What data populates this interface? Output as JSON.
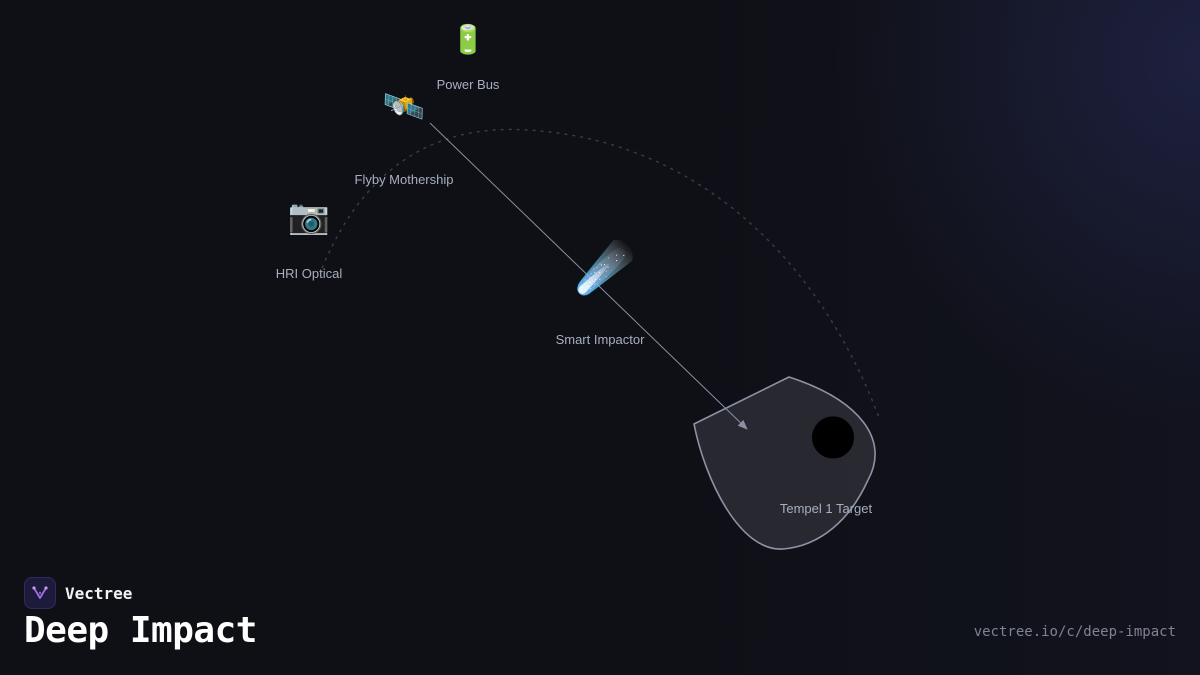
{
  "diagram": {
    "nodes": [
      {
        "id": "power-bus",
        "label": "Power Bus",
        "icon": "battery-icon",
        "glyph": "🔋"
      },
      {
        "id": "flyby-mothership",
        "label": "Flyby Mothership",
        "icon": "satellite-icon",
        "glyph": "🛰️"
      },
      {
        "id": "hri-optical",
        "label": "HRI Optical",
        "icon": "camera-icon",
        "glyph": "📷"
      },
      {
        "id": "smart-impactor",
        "label": "Smart Impactor",
        "icon": "comet-icon",
        "glyph": "☄️"
      },
      {
        "id": "tempel-1-target",
        "label": "Tempel 1 Target",
        "icon": "moon-icon",
        "glyph": "🌑"
      }
    ],
    "edges": [
      {
        "from": "flyby-mothership",
        "to": "tempel-1-target",
        "style": "solid-arrow"
      }
    ],
    "colors": {
      "background": "#0f1016",
      "label": "#a7aec0",
      "edge": "#8a90a2",
      "target_fill": "#2a2b33",
      "target_stroke": "#8c93a6"
    }
  },
  "brand": {
    "name": "Vectree",
    "logo_icon": "vectree-logo-icon"
  },
  "page": {
    "title": "Deep Impact",
    "url": "vectree.io/c/deep-impact"
  }
}
